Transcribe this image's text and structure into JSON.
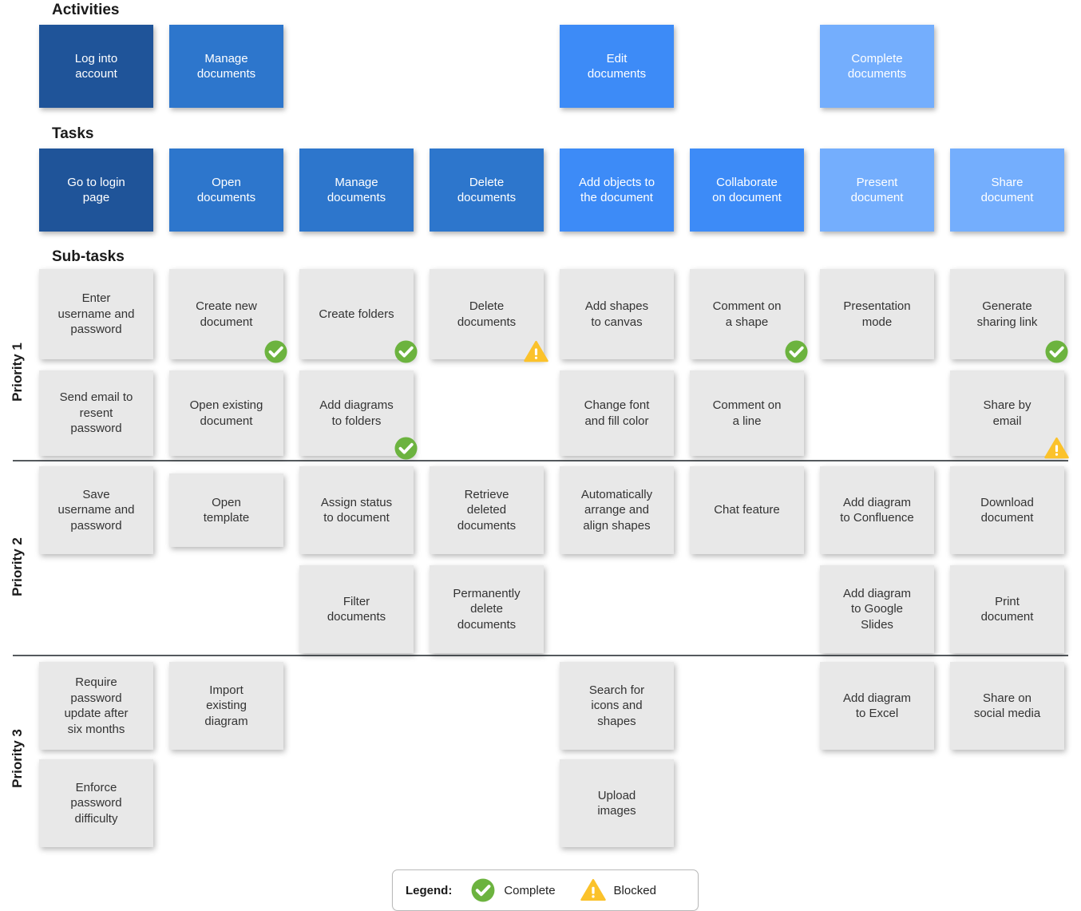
{
  "colors": {
    "activity_dark": "#1f5499",
    "activity_mid": "#2d76cc",
    "activity_bright": "#3d8bf7",
    "activity_light": "#74aefd",
    "task_dark": "#1f5499",
    "task_mid": "#2d76cc",
    "task_bright": "#3d8bf7",
    "task_light": "#74aefd",
    "sticky": "#e8e8e8",
    "complete_green": "#6cb33f",
    "blocked_yellow": "#fbc22b",
    "divider": "#555a5e",
    "text_dark": "#333333",
    "text_light": "#ffffff"
  },
  "sections": {
    "activities_heading": "Activities",
    "tasks_heading": "Tasks",
    "subtasks_heading": "Sub-tasks"
  },
  "priority_labels": [
    {
      "id": "priority-1",
      "label": "Priority 1"
    },
    {
      "id": "priority-2",
      "label": "Priority 2"
    },
    {
      "id": "priority-3",
      "label": "Priority 3"
    }
  ],
  "activities": [
    {
      "id": "activity-log-into-account",
      "label": "Log into\naccount",
      "color": "#1f5499",
      "column": 0
    },
    {
      "id": "activity-manage-documents",
      "label": "Manage\ndocuments",
      "color": "#2d76cc",
      "column": 1
    },
    {
      "id": "activity-edit-documents",
      "label": "Edit\ndocuments",
      "color": "#3d8bf7",
      "column": 4
    },
    {
      "id": "activity-complete-documents",
      "label": "Complete\ndocuments",
      "color": "#74aefd",
      "column": 6
    }
  ],
  "tasks": [
    {
      "id": "task-go-to-login-page",
      "label": "Go to login\npage",
      "color": "#1f5499",
      "column": 0
    },
    {
      "id": "task-open-documents",
      "label": "Open\ndocuments",
      "color": "#2d76cc",
      "column": 1
    },
    {
      "id": "task-manage-documents",
      "label": "Manage\ndocuments",
      "color": "#2d76cc",
      "column": 2
    },
    {
      "id": "task-delete-documents",
      "label": "Delete\ndocuments",
      "color": "#2d76cc",
      "column": 3
    },
    {
      "id": "task-add-objects-to-the-document",
      "label": "Add objects to\nthe document",
      "color": "#3d8bf7",
      "column": 4
    },
    {
      "id": "task-collaborate-on-document",
      "label": "Collaborate\non document",
      "color": "#3d8bf7",
      "column": 5
    },
    {
      "id": "task-present-document",
      "label": "Present\ndocument",
      "color": "#74aefd",
      "column": 6
    },
    {
      "id": "task-share-document",
      "label": "Share\ndocument",
      "color": "#74aefd",
      "column": 7
    }
  ],
  "subtasks": [
    {
      "id": "subtask-enter-username-and-password",
      "label": "Enter\nusername and\npassword",
      "column": 0,
      "row": 0,
      "priority": 1,
      "status": "none"
    },
    {
      "id": "subtask-create-new-document",
      "label": "Create new\ndocument",
      "column": 1,
      "row": 0,
      "priority": 1,
      "status": "complete"
    },
    {
      "id": "subtask-create-folders",
      "label": "Create folders",
      "column": 2,
      "row": 0,
      "priority": 1,
      "status": "complete"
    },
    {
      "id": "subtask-delete-documents",
      "label": "Delete\ndocuments",
      "column": 3,
      "row": 0,
      "priority": 1,
      "status": "blocked"
    },
    {
      "id": "subtask-add-shapes-to-canvas",
      "label": "Add shapes\nto canvas",
      "column": 4,
      "row": 0,
      "priority": 1,
      "status": "none"
    },
    {
      "id": "subtask-comment-on-a-shape",
      "label": "Comment on\na shape",
      "column": 5,
      "row": 0,
      "priority": 1,
      "status": "complete"
    },
    {
      "id": "subtask-presentation-mode",
      "label": "Presentation\nmode",
      "column": 6,
      "row": 0,
      "priority": 1,
      "status": "none"
    },
    {
      "id": "subtask-generate-sharing-link",
      "label": "Generate\nsharing link",
      "column": 7,
      "row": 0,
      "priority": 1,
      "status": "complete"
    },
    {
      "id": "subtask-send-email-to-resent-password",
      "label": "Send email to\nresent\npassword",
      "column": 0,
      "row": 1,
      "priority": 1,
      "status": "none"
    },
    {
      "id": "subtask-open-existing-document",
      "label": "Open existing\ndocument",
      "column": 1,
      "row": 1,
      "priority": 1,
      "status": "none"
    },
    {
      "id": "subtask-add-diagrams-to-folders",
      "label": "Add diagrams\nto folders",
      "column": 2,
      "row": 1,
      "priority": 1,
      "status": "complete"
    },
    {
      "id": "subtask-change-font-and-fill-color",
      "label": "Change font\nand fill color",
      "column": 4,
      "row": 1,
      "priority": 1,
      "status": "none"
    },
    {
      "id": "subtask-comment-on-a-line",
      "label": "Comment on\na line",
      "column": 5,
      "row": 1,
      "priority": 1,
      "status": "none"
    },
    {
      "id": "subtask-share-by-email",
      "label": "Share by\nemail",
      "column": 7,
      "row": 1,
      "priority": 1,
      "status": "blocked"
    },
    {
      "id": "subtask-save-username-and-password",
      "label": "Save\nusername and\npassword",
      "column": 0,
      "row": 0,
      "priority": 2,
      "status": "none"
    },
    {
      "id": "subtask-open-template",
      "label": "Open\ntemplate",
      "column": 1,
      "row": 0,
      "priority": 2,
      "status": "none"
    },
    {
      "id": "subtask-assign-status-to-document",
      "label": "Assign status\nto document",
      "column": 2,
      "row": 0,
      "priority": 2,
      "status": "none"
    },
    {
      "id": "subtask-retrieve-deleted-documents",
      "label": "Retrieve\ndeleted\ndocuments",
      "column": 3,
      "row": 0,
      "priority": 2,
      "status": "none"
    },
    {
      "id": "subtask-automatically-arrange-and-align-shapes",
      "label": "Automatically\narrange and\nalign shapes",
      "column": 4,
      "row": 0,
      "priority": 2,
      "status": "none"
    },
    {
      "id": "subtask-chat-feature",
      "label": "Chat feature",
      "column": 5,
      "row": 0,
      "priority": 2,
      "status": "none"
    },
    {
      "id": "subtask-add-diagram-to-confluence",
      "label": "Add diagram\nto Confluence",
      "column": 6,
      "row": 0,
      "priority": 2,
      "status": "none"
    },
    {
      "id": "subtask-download-document",
      "label": "Download\ndocument",
      "column": 7,
      "row": 0,
      "priority": 2,
      "status": "none"
    },
    {
      "id": "subtask-filter-documents",
      "label": "Filter\ndocuments",
      "column": 2,
      "row": 1,
      "priority": 2,
      "status": "none"
    },
    {
      "id": "subtask-permanently-delete-documents",
      "label": "Permanently\ndelete\ndocuments",
      "column": 3,
      "row": 1,
      "priority": 2,
      "status": "none"
    },
    {
      "id": "subtask-add-diagram-to-google-slides",
      "label": "Add diagram\nto Google\nSlides",
      "column": 6,
      "row": 1,
      "priority": 2,
      "status": "none"
    },
    {
      "id": "subtask-print-document",
      "label": "Print\ndocument",
      "column": 7,
      "row": 1,
      "priority": 2,
      "status": "none"
    },
    {
      "id": "subtask-require-password-update-after-six-months",
      "label": "Require\npassword\nupdate after\nsix months",
      "column": 0,
      "row": 0,
      "priority": 3,
      "status": "none"
    },
    {
      "id": "subtask-import-existing-diagram",
      "label": "Import\nexisting\ndiagram",
      "column": 1,
      "row": 0,
      "priority": 3,
      "status": "none"
    },
    {
      "id": "subtask-search-for-icons-and-shapes",
      "label": "Search for\nicons and\nshapes",
      "column": 4,
      "row": 0,
      "priority": 3,
      "status": "none"
    },
    {
      "id": "subtask-add-diagram-to-excel",
      "label": "Add diagram\nto Excel",
      "column": 6,
      "row": 0,
      "priority": 3,
      "status": "none"
    },
    {
      "id": "subtask-share-on-social-media",
      "label": "Share on\nsocial media",
      "column": 7,
      "row": 0,
      "priority": 3,
      "status": "none"
    },
    {
      "id": "subtask-enforce-password-difficulty",
      "label": "Enforce\npassword\ndifficulty",
      "column": 0,
      "row": 1,
      "priority": 3,
      "status": "none"
    },
    {
      "id": "subtask-upload-images",
      "label": "Upload\nimages",
      "column": 4,
      "row": 1,
      "priority": 3,
      "status": "none"
    }
  ],
  "legend": {
    "title": "Legend:",
    "items": [
      {
        "id": "legend-complete",
        "icon": "check-circle-icon",
        "label": "Complete"
      },
      {
        "id": "legend-blocked",
        "icon": "warning-triangle-icon",
        "label": "Blocked"
      }
    ]
  }
}
